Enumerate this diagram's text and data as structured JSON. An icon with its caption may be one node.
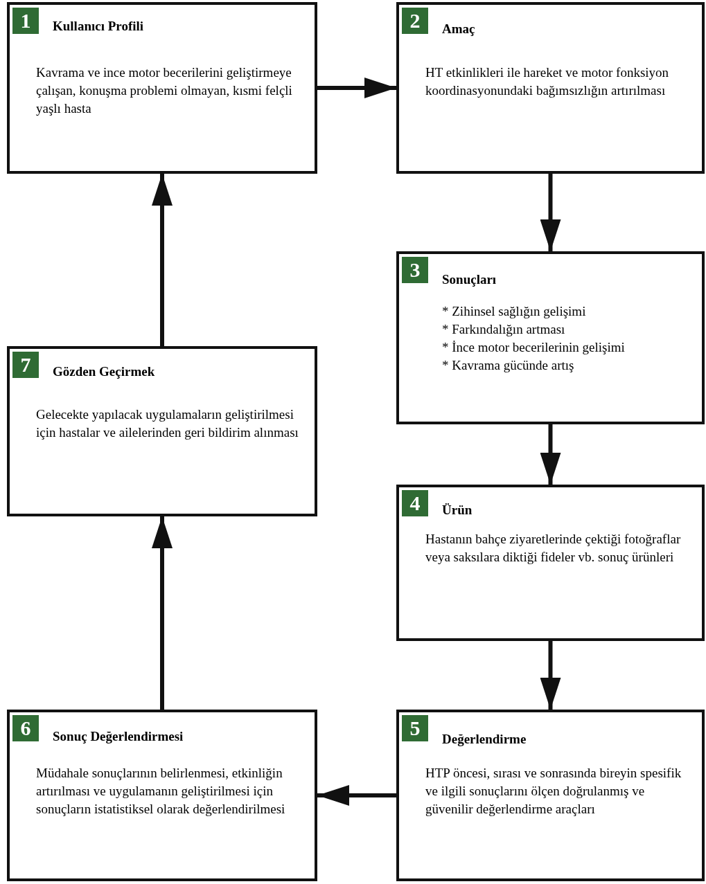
{
  "diagram": {
    "nodes": [
      {
        "text": [
          "1",
          "Kullanıcı Profili",
          "Kavrama ve ince motor becerilerini geliştirmeye çalışan, konuşma problemi olmayan, kısmi felçli yaşlı hasta"
        ]
      },
      {
        "text": [
          "2",
          "Amaç",
          "HT etkinlikleri ile hareket ve motor fonksiyon koordinasyonundaki bağımsızlığın artırılması"
        ]
      },
      {
        "text": [
          "3",
          "Sonuçları",
          "* Zihinsel sağlığın gelişimi",
          "* Farkındalığın artması",
          "* İnce motor becerilerinin gelişimi",
          "* Kavrama gücünde artış"
        ]
      },
      {
        "text": [
          "4",
          "Ürün",
          "Hastanın bahçe ziyaretlerinde çektiği fotoğraflar veya saksılara diktiği fideler vb. sonuç ürünleri"
        ]
      },
      {
        "text": [
          "5",
          "Değerlendirme",
          "HTP öncesi,  sırası  ve sonrasında bireyin spesifik ve ilgili sonuçlarını ölçen doğrulanmış ve güvenilir değerlendirme araçları"
        ]
      },
      {
        "text": [
          "6",
          "Sonuç Değerlendirmesi",
          "Müdahale sonuçlarının belirlenmesi, etkinliğin artırılması ve uygulamanın geliştirilmesi için sonuçların istatistiksel olarak değerlendirilmesi"
        ]
      },
      {
        "text": [
          "7",
          "Gözden Geçirmek",
          "Gelecekte yapılacak uygulamaların geliştirilmesi için hastalar ve ailelerinden geri bildirim alınması"
        ]
      }
    ],
    "edges": [
      {
        "from": 0,
        "to": 1,
        "arrow": "to"
      },
      {
        "from": 1,
        "to": 2,
        "arrow": "to"
      },
      {
        "from": 2,
        "to": 3,
        "arrow": "to"
      },
      {
        "from": 3,
        "to": 4,
        "arrow": "to"
      },
      {
        "from": 4,
        "to": 5,
        "arrow": "to"
      },
      {
        "from": 5,
        "to": 6,
        "arrow": "to"
      },
      {
        "from": 6,
        "to": 0,
        "arrow": "to"
      }
    ]
  }
}
